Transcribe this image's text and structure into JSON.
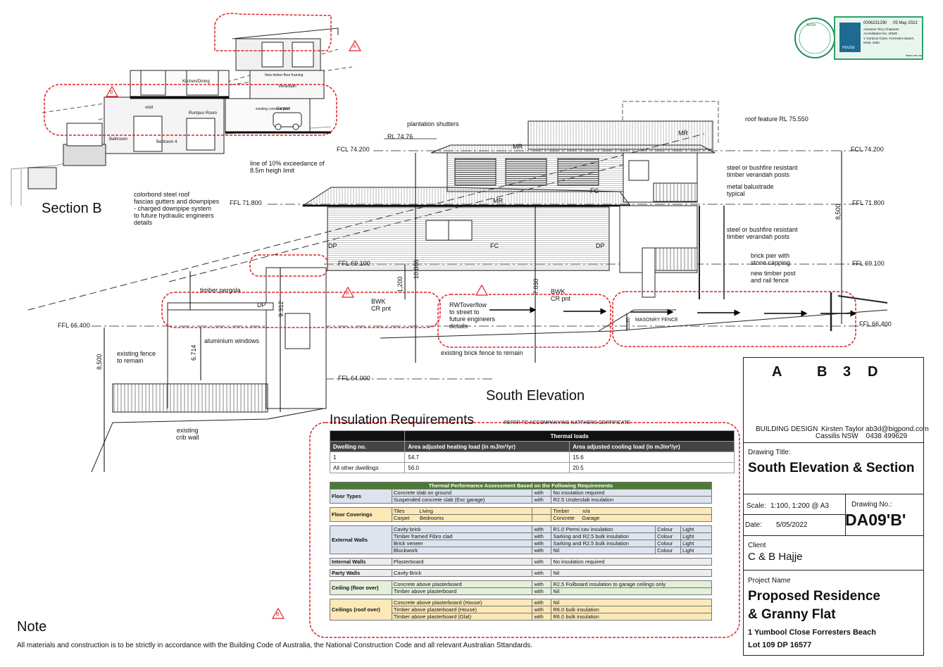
{
  "section": {
    "title": "Section B",
    "labels": {
      "kitchen": "Kitchen/Dining",
      "verandah": "Verandah",
      "void": "void",
      "rumpus": "Rumpus Room",
      "carport": "Carport",
      "bedroom": "Bedroom 4",
      "bathroom": "Bathroom",
      "floor_framing": "New timber floor framing",
      "slab": "existing concrete slab"
    }
  },
  "elevation": {
    "title": "South Elevation",
    "levels": {
      "fcl_left": "FCL 74.200",
      "fcl_right": "FCL 74.200",
      "ffl_718_left": "FFL 71.800",
      "ffl_718_right": "FFL 71.800",
      "ffl_691_left": "FFL 69.100",
      "ffl_691_right": "FFL 69.100",
      "ffl_664_left": "FFL 66.400",
      "ffl_664_right": "FFL 66.400",
      "ffl_640": "FFL 64.000",
      "rl": "RL 74.76",
      "roof_feature": "roof feature RL 75.550"
    },
    "dims": {
      "d8500_left": "8,500",
      "d8500_right": "8,500",
      "d9312": "9.312",
      "d6714": "6.714",
      "d10086": "10.086",
      "d7030": "7.030",
      "d1200": "1,200",
      "d1180": "1,180"
    },
    "tags": {
      "mr1": "MR",
      "mr2": "MR",
      "mr3": "MR",
      "fc1": "FC",
      "fc2": "FC",
      "dp1": "DP",
      "dp2": "DP",
      "dp3": "DP",
      "bwk1": "BWK\nCR pnt",
      "bwk2": "BWK\nCR pnt",
      "rev_a": "A",
      "rev_b1": "B",
      "rev_b2": "B",
      "rev_b3": "B"
    },
    "notes": {
      "plantation": "plantation shutters",
      "line10": "line of 10% exceedance of\n8.5m heigh limit",
      "colorbond": "colorbond steel roof\nfascias gutters and downpipes\n- charged downpipe system\nto future hydraulic engineers\ndetails",
      "verandah_posts1": "steel or bushfire resistant\ntimber verandah posts",
      "balustrade": "metal balustrade\ntypical",
      "verandah_posts2": "steel or bushfire resistant\ntimber verandah posts",
      "brick_pier": "brick pier with\nstone capping",
      "timber_post": "new timber post\nand rail fence",
      "pergola": "timber pergola",
      "rwt": "RWToverflow\nto street to\nfuture engineers\ndetails",
      "masonry": "MASONRY FENCE",
      "aluminium": "aluminium windows",
      "existing_fence": "existing fence\nto remain",
      "existing_brick": "existing brick fence to remain",
      "crib": "existing\ncrib wall"
    }
  },
  "cert": {
    "number": "0006231290",
    "date": "05 May 2022",
    "assessor": "Assessor Terry Chapman",
    "accreditation": "Accreditation No. 20530",
    "address": "1 Yumbool Close, Forresters Beach, NSW, 2260",
    "house": "HOUSE",
    "site": "hstar.com.au",
    "badge": "ABSA"
  },
  "insulation": {
    "title": "Insulation Requirements",
    "note": "REFER TO ACCOMPANYING NATTHERS CERTIFICATE",
    "table_header": "Thermal loads",
    "columns": [
      "Dwelling no.",
      "Area adjusted heating load (in mJ/m²/yr)",
      "Area adjusted cooling load (in mJ/m²/yr)"
    ],
    "rows": [
      [
        "1",
        "54.7",
        "15.6"
      ],
      [
        "All other dwellings",
        "56.0",
        "20.5"
      ]
    ],
    "perf_title": "Thermal Performance Assessment Based on the Following Requirements",
    "floor_types": {
      "label": "Floor Types",
      "r1": [
        "Concrete slab on ground",
        "with",
        "No insulation required"
      ],
      "r2": [
        "Suspended concrete slab (Exc garage)",
        "with",
        "R2.5 Underslab insulation"
      ]
    },
    "floor_coverings": {
      "label": "Floor Coverings",
      "r1": [
        "Tiles",
        "Living",
        "Timber",
        "n/a"
      ],
      "r2": [
        "Carpet",
        "Bedrooms",
        "Concrete",
        "Garage"
      ]
    },
    "external_walls": {
      "label": "External Walls",
      "r1": [
        "Cavity brick",
        "with",
        "R1.0 Permi cav insulation",
        "Colour",
        "Light"
      ],
      "r2": [
        "Timber framed Fibro clad",
        "with",
        "Sarking and R2.5 bulk insulation",
        "Colour",
        "Light"
      ],
      "r3": [
        "Brick veneer",
        "with",
        "Sarking and R2.5 bulk insulation",
        "Colour",
        "Light"
      ],
      "r4": [
        "Blockwork",
        "with",
        "Nil",
        "Colour",
        "Light"
      ]
    },
    "internal_walls": {
      "label": "Internal Walls",
      "r1": [
        "Plasterboard",
        "with",
        "No insulation required"
      ]
    },
    "party_walls": {
      "label": "Party Walls",
      "r1": [
        "Cavity Brick",
        "with",
        "Nil"
      ]
    },
    "ceiling_floor": {
      "label": "Ceiling (floor over)",
      "r1": [
        "Concrete above plasterboard",
        "with",
        "R2.5 Foilboard insulation to garage ceilings only"
      ],
      "r2": [
        "Timber above plasterboard",
        "with",
        "Nil"
      ]
    },
    "ceiling_roof": {
      "label": "Ceilings (roof over)",
      "r1": [
        "Concrete above plasterboard (House)",
        "with",
        "Nil"
      ],
      "r2": [
        "Timber above plasterboard (House)",
        "with",
        "R6.0 bulk insulation"
      ],
      "r3": [
        "Timber above plasterboard (Glat)",
        "with",
        "R6.0 bulk insulation"
      ]
    }
  },
  "titleblock": {
    "logo": {
      "a": "A",
      "b": "B",
      "three": "3",
      "d": "D"
    },
    "firm": "BUILDING DESIGN",
    "contact1": "Kirsten Taylor  ab3d@bigpond.com",
    "contact2": "Cassilis NSW    0438 499629",
    "drawing_title_label": "Drawing Title:",
    "drawing_title": "South Elevation & Section",
    "scale_label": "Scale:",
    "scale": "1:100, 1:200 @ A3",
    "drawing_no_label": "Drawing No.:",
    "drawing_no": "DA09'B'",
    "date_label": "Date:",
    "date": "5/05/2022",
    "client_label": "Client",
    "client": "C & B Hajje",
    "project_label": "Project Name",
    "project1": "Proposed Residence",
    "project2": "& Granny Flat",
    "address": "1 Yumbool Close Forresters Beach",
    "lot": "Lot 109 DP 16577"
  },
  "note": {
    "title": "Note",
    "text": "All materials and construction is to be strictly in accordance with the Building Code of Australia,  the National Construction Code and all relevant Australian Sttandards."
  },
  "colors": {
    "revision_cloud": "#e0202a",
    "perf_header": "#4c7a35",
    "blue_group": "#dde4ee",
    "yellow_group": "#fde9b8",
    "green_group": "#e4efda"
  }
}
